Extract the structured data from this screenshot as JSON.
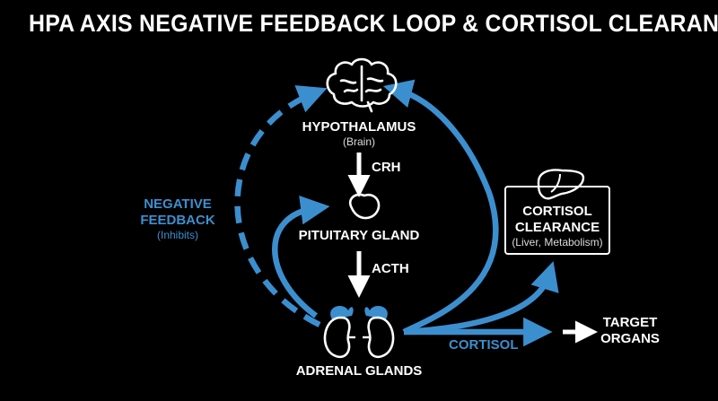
{
  "title": "HPA AXIS NEGATIVE FEEDBACK LOOP & CORTISOL CLEARANCE",
  "nodes": {
    "hypothalamus": {
      "label": "HYPOTHALAMUS",
      "sub": "(Brain)",
      "icon": "brain-icon"
    },
    "pituitary": {
      "label": "PITUITARY GLAND",
      "icon": "pituitary-gland-icon"
    },
    "adrenal": {
      "label": "ADRENAL GLANDS",
      "icon": "adrenal-glands-icon"
    },
    "clearance": {
      "label_1": "CORTISOL",
      "label_2": "CLEARANCE",
      "sub": "(Liver, Metabolism)",
      "icon": "liver-icon"
    },
    "target": {
      "label_1": "TARGET",
      "label_2": "ORGANS"
    }
  },
  "edges": {
    "crh": "CRH",
    "acth": "ACTH",
    "cortisol": "CORTISOL"
  },
  "feedback": {
    "label_1": "NEGATIVE",
    "label_2": "FEEDBACK",
    "sub": "(Inhibits)"
  },
  "colors": {
    "background": "#000000",
    "text": "#ffffff",
    "accent_blue": "#3c8fcf"
  }
}
